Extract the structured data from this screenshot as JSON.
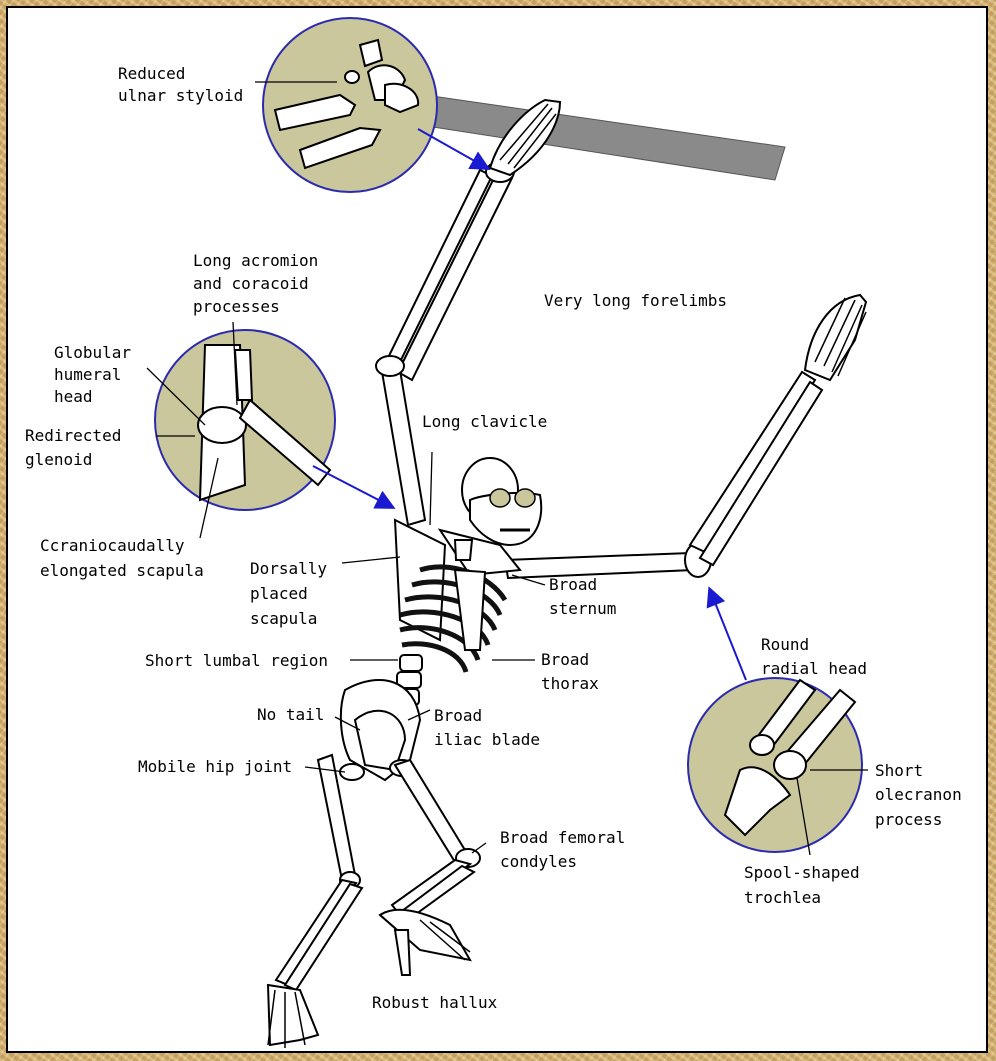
{
  "labels": {
    "reduced_ulnar_styloid_1": "Reduced",
    "reduced_ulnar_styloid_2": "ulnar styloid",
    "long_acromion_1": "Long acromion",
    "long_acromion_2": "and coracoid",
    "long_acromion_3": "processes",
    "very_long_forelimbs": "Very long forelimbs",
    "globular_1": "Globular",
    "globular_2": "humeral",
    "globular_3": "head",
    "redirected_1": "Redirected",
    "redirected_2": "glenoid",
    "long_clavicle": "Long clavicle",
    "craniocaudally_1": "Ccraniocaudally",
    "craniocaudally_2": "elongated scapula",
    "dorsally_1": "Dorsally",
    "dorsally_2": "placed",
    "dorsally_3": "scapula",
    "broad_sternum_1": "Broad",
    "broad_sternum_2": "sternum",
    "short_lumbal": "Short lumbal region",
    "broad_thorax_1": "Broad",
    "broad_thorax_2": "thorax",
    "round_radial_1": "Round",
    "round_radial_2": "radial head",
    "no_tail": "No tail",
    "broad_iliac_1": "Broad",
    "broad_iliac_2": "iliac blade",
    "mobile_hip": "Mobile hip joint",
    "short_olecranon_1": "Short",
    "short_olecranon_2": "olecranon",
    "short_olecranon_3": "process",
    "broad_femoral_1": "Broad femoral",
    "broad_femoral_2": "condyles",
    "spool_1": "Spool-shaped",
    "spool_2": "trochlea",
    "robust_hallux": "Robust hallux"
  },
  "colors": {
    "frame": "#d6b473",
    "inset_fill": "#cbc79c",
    "inset_outline": "#2b2bb0",
    "arrow": "#1a1ad0",
    "branch": "#8a8a8a"
  }
}
